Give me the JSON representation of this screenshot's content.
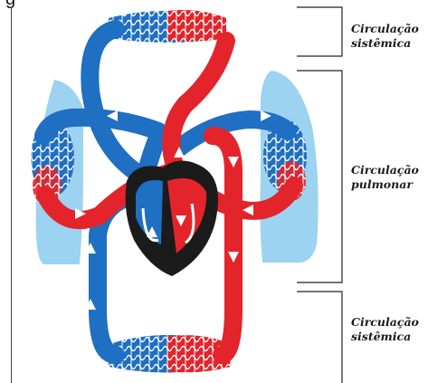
{
  "labels": {
    "top": [
      "Circulação",
      "sistêmica"
    ],
    "middle": [
      "Circulação",
      "pulmonar"
    ],
    "bottom": [
      "Circulação",
      "sistêmica"
    ]
  },
  "partial_top_text": "g",
  "colors": {
    "artery_red": "#e3242b",
    "vein_blue": "#1f6fc2",
    "lung_light_blue": "#9cd3f0",
    "heart_black": "#1b1b1b",
    "arrow_white": "#ffffff"
  }
}
